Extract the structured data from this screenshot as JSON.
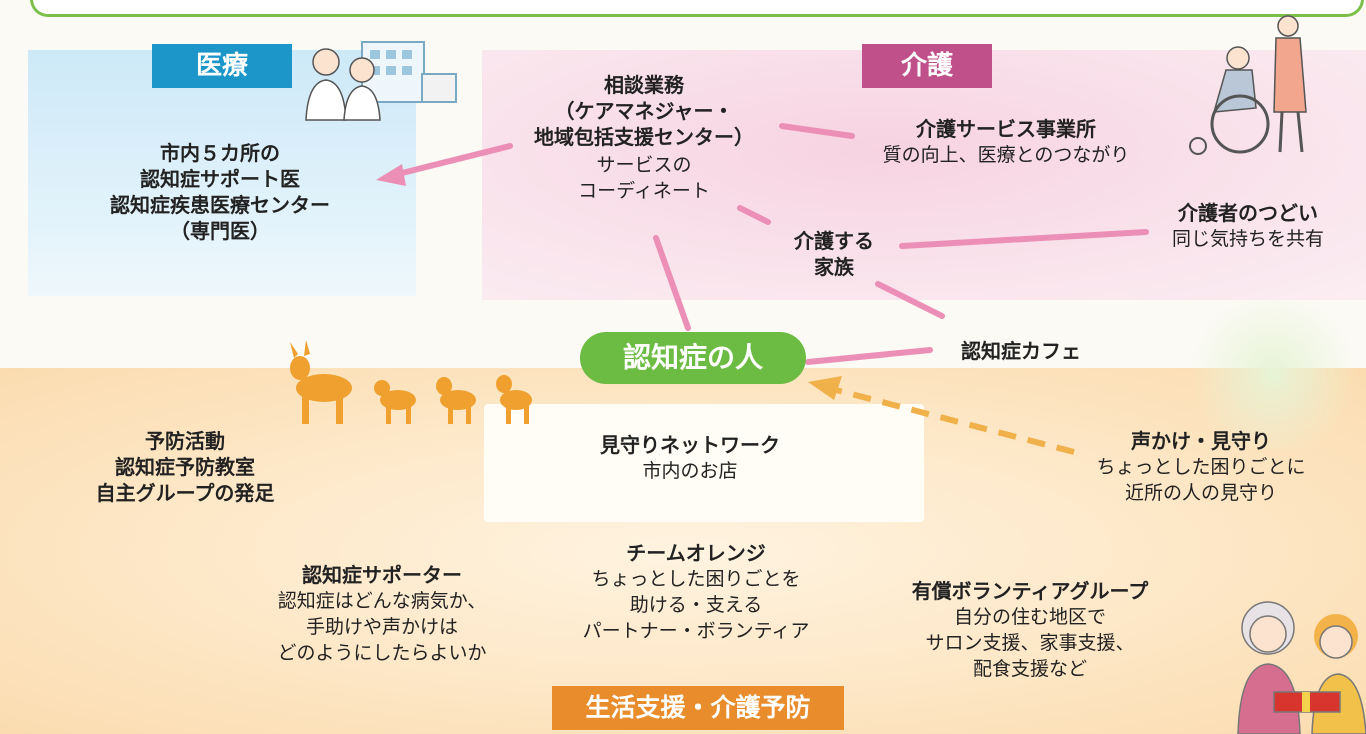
{
  "sections": {
    "medical": "医療",
    "care": "介護",
    "life_support": "生活支援・介護予防"
  },
  "center": "認知症の人",
  "medical": {
    "lines": [
      "市内５カ所の",
      "認知症サポート医",
      "認知症疾患医療センター",
      "（専門医）"
    ]
  },
  "consultation": {
    "title_lines": [
      "相談業務",
      "（ケアマネジャー・",
      "地域包括支援センター）"
    ],
    "desc_lines": [
      "サービスの",
      "コーディネート"
    ]
  },
  "care_service": {
    "title": "介護サービス事業所",
    "desc": "質の向上、医療とのつながり"
  },
  "family": {
    "lines": [
      "介護する",
      "家族"
    ]
  },
  "caregiver_meet": {
    "title": "介護者のつどい",
    "desc": "同じ気持ちを共有"
  },
  "cafe": {
    "title": "認知症カフェ"
  },
  "prevention": {
    "lines": [
      "予防活動",
      "認知症予防教室",
      "自主グループの発足"
    ]
  },
  "watch_network": {
    "title": "見守りネットワーク",
    "desc": "市内のお店"
  },
  "neighbors": {
    "title": "声かけ・見守り",
    "desc_lines": [
      "ちょっとした困りごとに",
      "近所の人の見守り"
    ]
  },
  "supporter": {
    "title": "認知症サポーター",
    "desc_lines": [
      "認知症はどんな病気か、",
      "手助けや声かけは",
      "どのようにしたらよいか"
    ]
  },
  "team_orange": {
    "title": "チームオレンジ",
    "desc_lines": [
      "ちょっとした困りごとを",
      "助ける・支える",
      "パートナー・ボランティア"
    ]
  },
  "volunteer": {
    "title": "有償ボランティアグループ",
    "desc_lines": [
      "自分の住む地区で",
      "サロン支援、家事支援、",
      "配食支援など"
    ]
  },
  "colors": {
    "medical": "#1c96c8",
    "care": "#c0508a",
    "life": "#e88c2c",
    "center": "#6cbb42",
    "link": "#ec8fb6",
    "dashed": "#f0b04a"
  },
  "icons": [
    "doctors-hospital-illustration",
    "wheelchair-caregiver-illustration",
    "deer-family-illustration",
    "elderly-gift-illustration"
  ]
}
